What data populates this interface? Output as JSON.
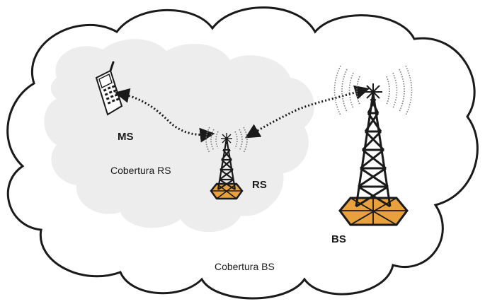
{
  "labels": {
    "ms": "MS",
    "rs": "RS",
    "bs": "BS",
    "rs_coverage": "Cobertura RS",
    "bs_coverage": "Cobertura BS"
  },
  "colors": {
    "base_fill": "#e8a13c",
    "rs_cloud": "#ededed",
    "outline": "#1a1a1a"
  },
  "icons": [
    "mobile-phone-icon",
    "relay-tower-icon",
    "base-station-tower-icon",
    "radio-waves-icon"
  ]
}
